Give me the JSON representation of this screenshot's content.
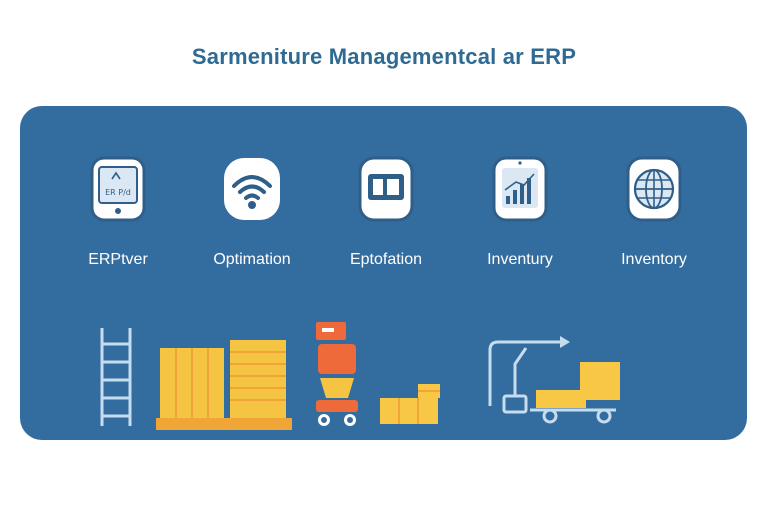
{
  "title": "Sarmeniture Managementcal ar ERP",
  "colors": {
    "title": "#2f6a92",
    "panel": "#336c9e",
    "icon_fill": "#ffffff",
    "icon_stroke": "#2f5f88",
    "outline": "#c6dcef",
    "pallet_yellow": "#f6c443",
    "pallet_orange": "#f0a636",
    "robot_orange": "#ee6a3a",
    "box_yellow": "#f8c746"
  },
  "modules": [
    {
      "label": "ERPtver",
      "icon": "device-screen-icon",
      "screen_text": "ER P/d"
    },
    {
      "label": "Optimation",
      "icon": "wifi-icon"
    },
    {
      "label": "Eptofation",
      "icon": "monitor-icon"
    },
    {
      "label": "Inventury",
      "icon": "chart-tablet-icon"
    },
    {
      "label": "Inventory",
      "icon": "globe-icon"
    }
  ]
}
